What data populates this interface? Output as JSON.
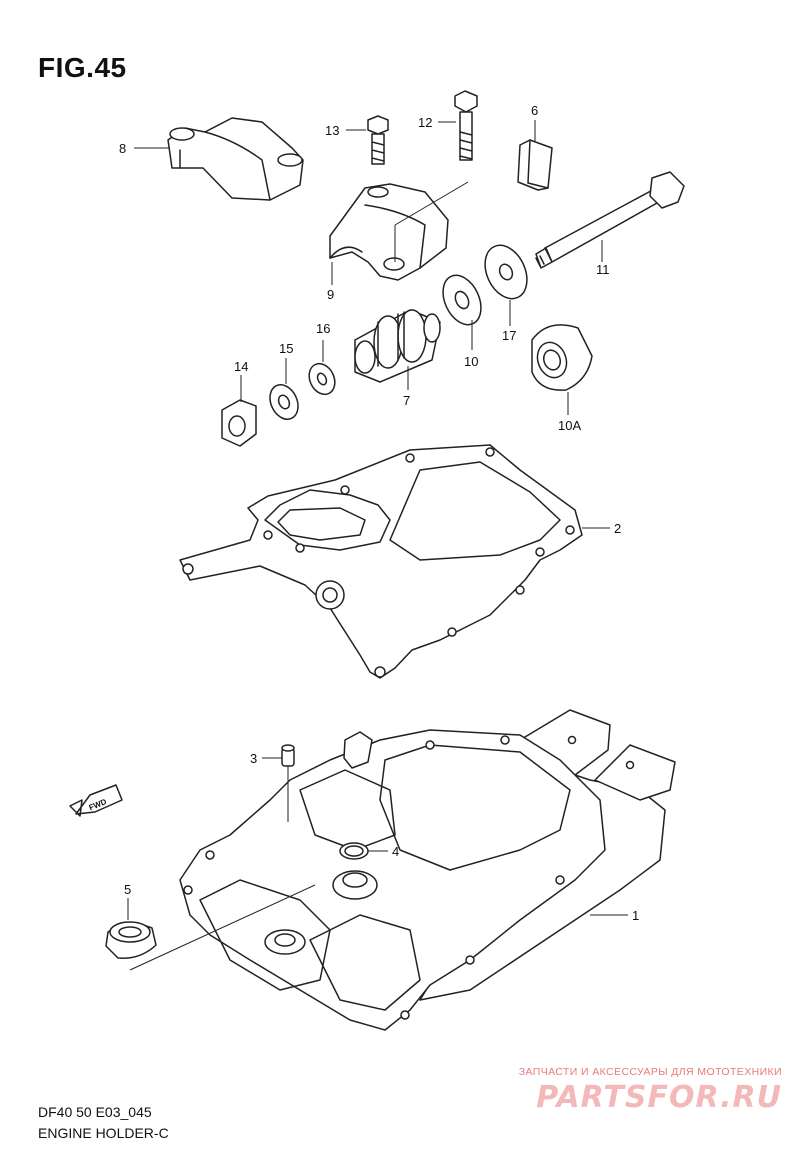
{
  "figure": {
    "title": "FIG.45",
    "model_code": "DF40 50 E03_045",
    "name": "ENGINE HOLDER-C"
  },
  "callouts": {
    "c1": "1",
    "c2": "2",
    "c3": "3",
    "c4": "4",
    "c5": "5",
    "c6": "6",
    "c7": "7",
    "c8": "8",
    "c9": "9",
    "c10": "10",
    "c10a": "10A",
    "c11": "11",
    "c12": "12",
    "c13": "13",
    "c14": "14",
    "c15": "15",
    "c16": "16",
    "c17": "17"
  },
  "fwd_badge": "FWD",
  "watermark": {
    "tagline": "ЗАПЧАСТИ И АКСЕССУАРЫ ДЛЯ МОТОТЕХНИКИ",
    "logo": "PARTSFOR.RU"
  }
}
